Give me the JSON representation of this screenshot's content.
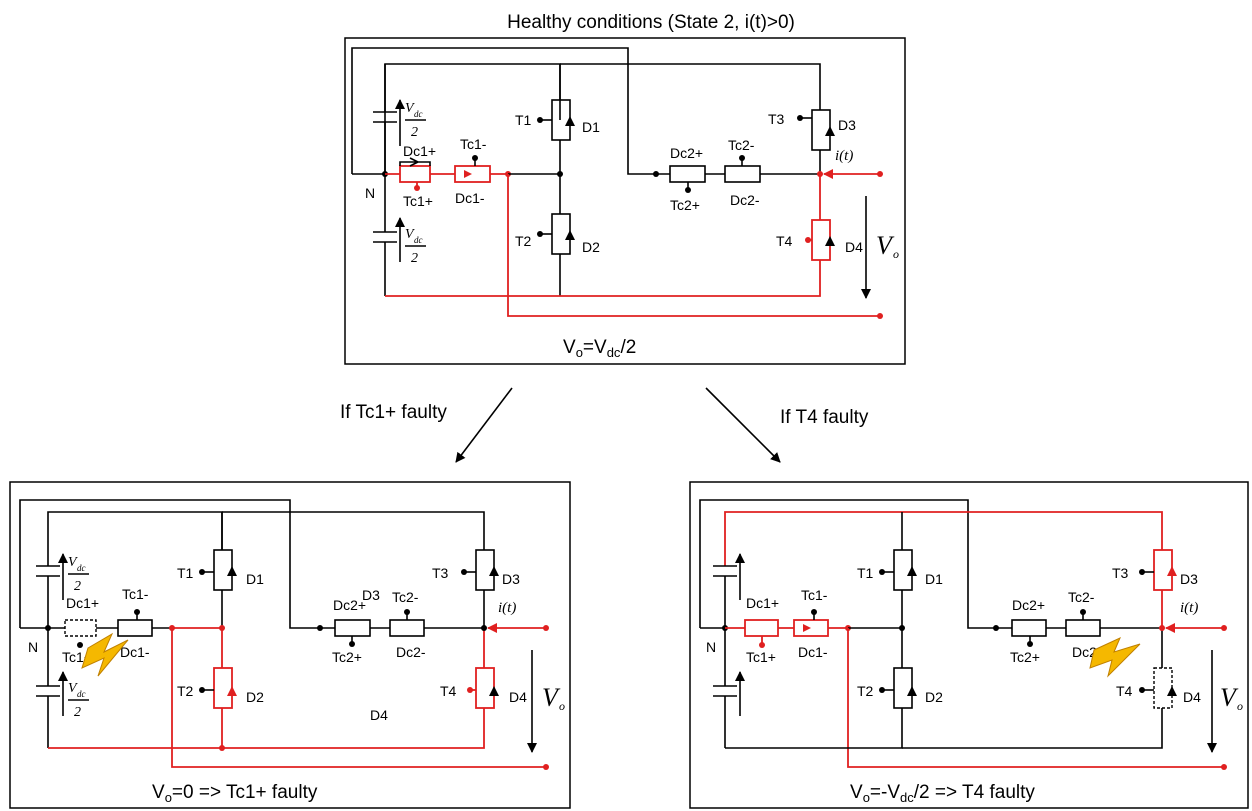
{
  "title": "Healthy conditions (State 2, i(t)>0)",
  "arrow_left_label": "If Tc1+ faulty",
  "arrow_right_label": "If T4 faulty",
  "panel_top": {
    "caption_prefix": "V",
    "caption_sub": "o",
    "caption_mid": "=V",
    "caption_sub2": "dc",
    "caption_suffix": "/2"
  },
  "panel_left": {
    "caption_prefix": "V",
    "caption_sub": "o",
    "caption_suffix": "=0 => Tc1+ faulty",
    "extra_d3": "D3",
    "extra_d4": "D4"
  },
  "panel_right": {
    "caption_prefix": "V",
    "caption_sub": "o",
    "caption_mid": "=-V",
    "caption_sub2": "dc",
    "caption_suffix": "/2 => T4 faulty"
  },
  "labels": {
    "N": "N",
    "T1": "T1",
    "D1": "D1",
    "T2": "T2",
    "D2": "D2",
    "T3": "T3",
    "D3": "D3",
    "T4": "T4",
    "D4": "D4",
    "Dc1p": "Dc1+",
    "Tc1m": "Tc1-",
    "Tc1p": "Tc1+",
    "Dc1m": "Dc1-",
    "Dc2p": "Dc2+",
    "Tc2m": "Tc2-",
    "Tc2p": "Tc2+",
    "Dc2m": "Dc2-",
    "Vdc": "V",
    "Vdc_sub": "dc",
    "two": "2",
    "it": "i(t)",
    "Vo": "V",
    "Vo_sub": "o"
  },
  "colors": {
    "healthy": "#000000",
    "current_path": "#e02020",
    "fault": "#f5b800"
  }
}
